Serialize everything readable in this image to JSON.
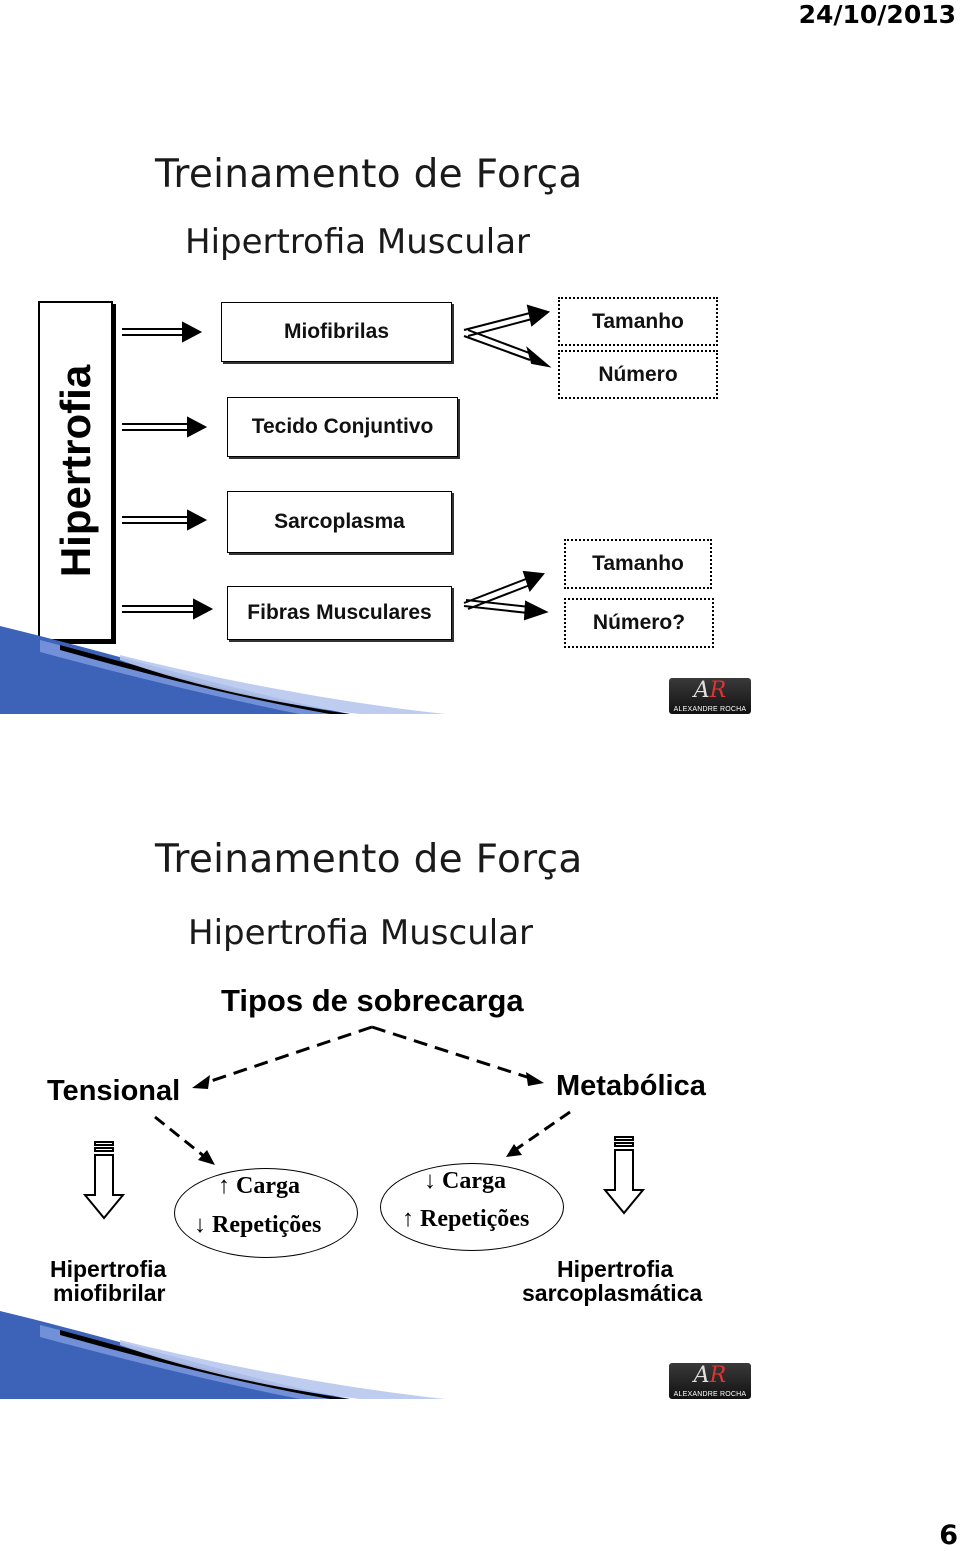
{
  "header": {
    "date": "24/10/2013"
  },
  "footer": {
    "page_number": "6"
  },
  "slide1": {
    "title": "Treinamento de Força",
    "subtitle": "Hipertrofia Muscular",
    "vertical_label": "Hipertrofia",
    "components": [
      "Miofibrilas",
      "Tecido Conjuntivo",
      "Sarcoplasma",
      "Fibras Musculares"
    ],
    "miofibrilas_outcomes": [
      "Tamanho",
      "Número"
    ],
    "fibras_outcomes": [
      "Tamanho",
      "Número?"
    ],
    "logo": {
      "mark_a": "A",
      "mark_r": "R",
      "name": "ALEXANDRE ROCHA"
    }
  },
  "slide2": {
    "title": "Treinamento de Força",
    "subtitle": "Hipertrofia Muscular",
    "heading": "Tipos de sobrecarga",
    "left_type": "Tensional",
    "right_type": "Metabólica",
    "left_ellipse": {
      "line1": "↑ Carga",
      "line2": "↓ Repetições"
    },
    "right_ellipse": {
      "line1": "↓ Carga",
      "line2": "↑ Repetições"
    },
    "left_result": {
      "line1": "Hipertrofia",
      "line2": "miofibrilar"
    },
    "right_result": {
      "line1": "Hipertrofia",
      "line2": "sarcoplasmática"
    },
    "logo": {
      "mark_a": "A",
      "mark_r": "R",
      "name": "ALEXANDRE ROCHA"
    }
  }
}
